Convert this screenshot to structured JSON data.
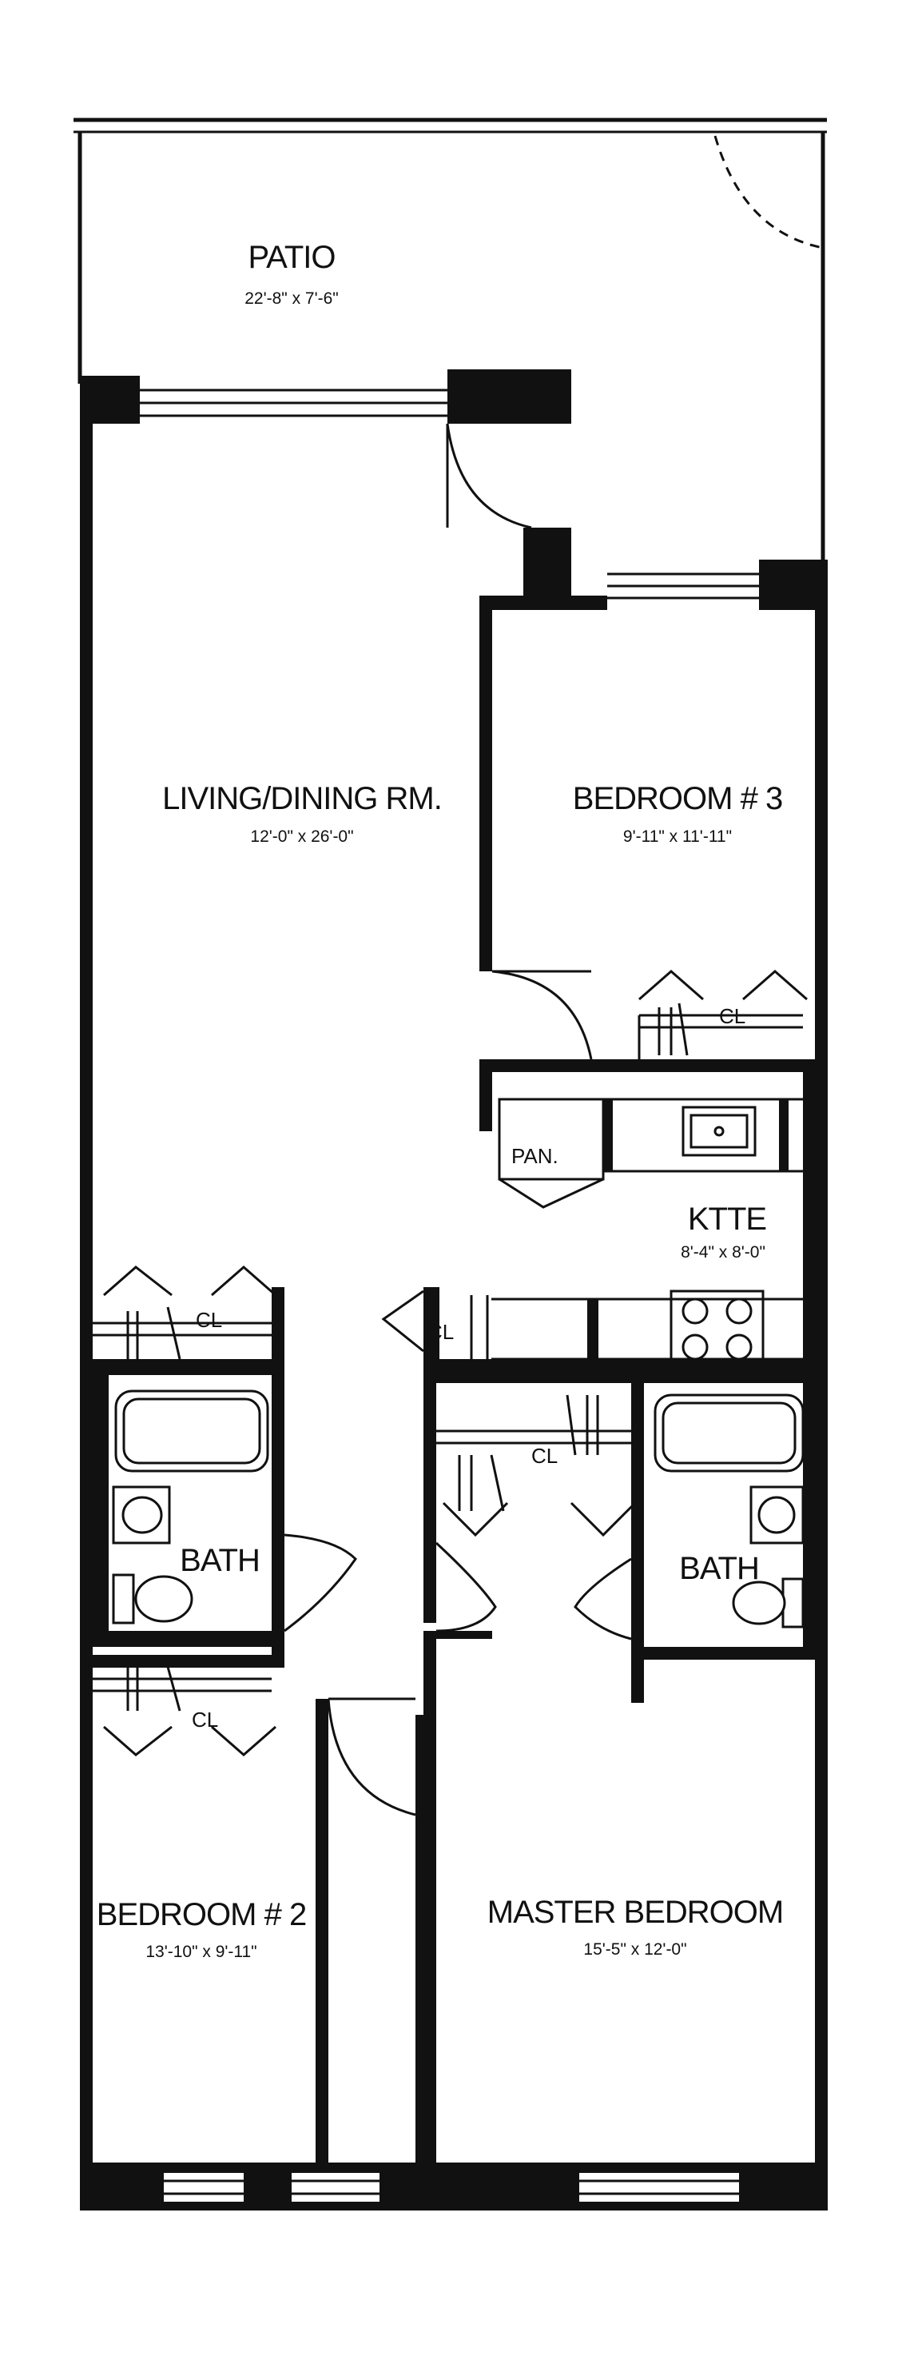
{
  "rooms": {
    "patio": {
      "name": "PATIO",
      "dims": "22'-8\" x 7'-6\""
    },
    "living": {
      "name": "LIVING/DINING RM.",
      "dims": "12'-0\" x 26'-0\""
    },
    "bedroom3": {
      "name": "BEDROOM # 3",
      "dims": "9'-11\" x 11'-11\""
    },
    "kitchen": {
      "name": "KTTE",
      "dims": "8'-4\" x 8'-0\""
    },
    "bath_left": {
      "name": "BATH"
    },
    "bath_right": {
      "name": "BATH"
    },
    "bedroom2": {
      "name": "BEDROOM # 2",
      "dims": "13'-10\" x 9'-11\""
    },
    "master": {
      "name": "MASTER BEDROOM",
      "dims": "15'-5\" x 12'-0\""
    }
  },
  "labels": {
    "closet": "CL",
    "pantry": "PAN."
  }
}
